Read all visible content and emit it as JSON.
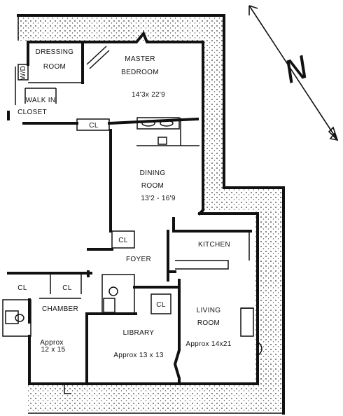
{
  "plan": {
    "rooms": {
      "dressing_room": {
        "line1": "DRESSING",
        "line2": "ROOM"
      },
      "master_bedroom": {
        "line1": "MASTER",
        "line2": "BEDROOM",
        "size": "14'3x 22'9"
      },
      "walk_in_closet": {
        "line1": "WALK IN",
        "line2": "CLOSET"
      },
      "dining_room": {
        "line1": "DINING",
        "line2": "ROOM",
        "size": "13'2 - 16'9"
      },
      "kitchen": {
        "label": "KITCHEN"
      },
      "foyer": {
        "label": "FOYER"
      },
      "chamber": {
        "label": "CHAMBER",
        "size_line1": "Approx",
        "size_line2": "12 x 15"
      },
      "library": {
        "label": "LIBRARY",
        "size": "Approx 13 x 13"
      },
      "living_room": {
        "line1": "LIVING",
        "line2": "ROOM",
        "size": "Approx 14x21"
      }
    },
    "closets": [
      "CL",
      "CL",
      "CL",
      "CL",
      "CL"
    ],
    "wd_label": "W/D",
    "north_label": "N"
  },
  "colors": {
    "ink": "#111111",
    "paper": "#ffffff"
  }
}
